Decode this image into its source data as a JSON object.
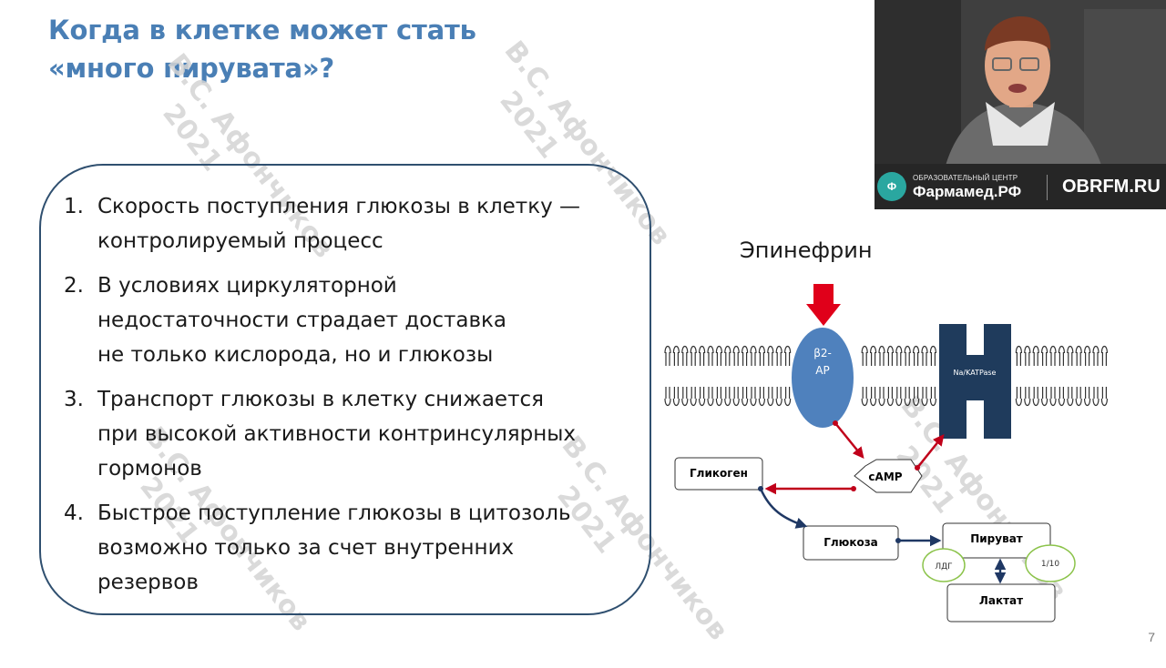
{
  "title": {
    "line1": "Когда в клетке может стать",
    "line2": "«много пирувата»?"
  },
  "watermark": {
    "name": "В.С. Афончиков",
    "year": "2021"
  },
  "list": [
    {
      "number": "1.",
      "lines": [
        "Скорость поступления глюкозы в клетку —",
        "контролируемый процесс"
      ]
    },
    {
      "number": "2.",
      "lines": [
        "В условиях циркуляторной",
        "недостаточности страдает доставка",
        "не только кислорода, но и глюкозы"
      ]
    },
    {
      "number": "3.",
      "lines": [
        "Транспорт глюкозы в клетку снижается",
        "при высокой активности контринсулярных",
        "гормонов"
      ]
    },
    {
      "number": "4.",
      "lines": [
        "Быстрое поступление глюкозы в цитозоль",
        "возможно только за счет внутренних",
        "резервов"
      ]
    }
  ],
  "diagram": {
    "epinephrine": "Эпинефрин",
    "receptor_line1": "β2-",
    "receptor_line2": "AP",
    "pump": "Na/KATPase",
    "camp": "cAMP",
    "glycogen": "Гликоген",
    "glucose": "Глюкоза",
    "pyruvate": "Пируват",
    "lactate": "Лактат",
    "ldh": "ЛДГ",
    "ratio": "1/10",
    "colors": {
      "arrow_red": "#c0001a",
      "arrow_blue": "#1f3864",
      "receptor": "#4f81bd",
      "pump": "#1f3b5c",
      "enzyme_outline": "#8bc34a"
    }
  },
  "webcam": {
    "brand_sub": "ОБРАЗОВАТЕЛЬНЫЙ ЦЕНТР",
    "brand_name": "Фармамед.РФ",
    "site": "OBRFM.RU"
  },
  "page_number": "7"
}
